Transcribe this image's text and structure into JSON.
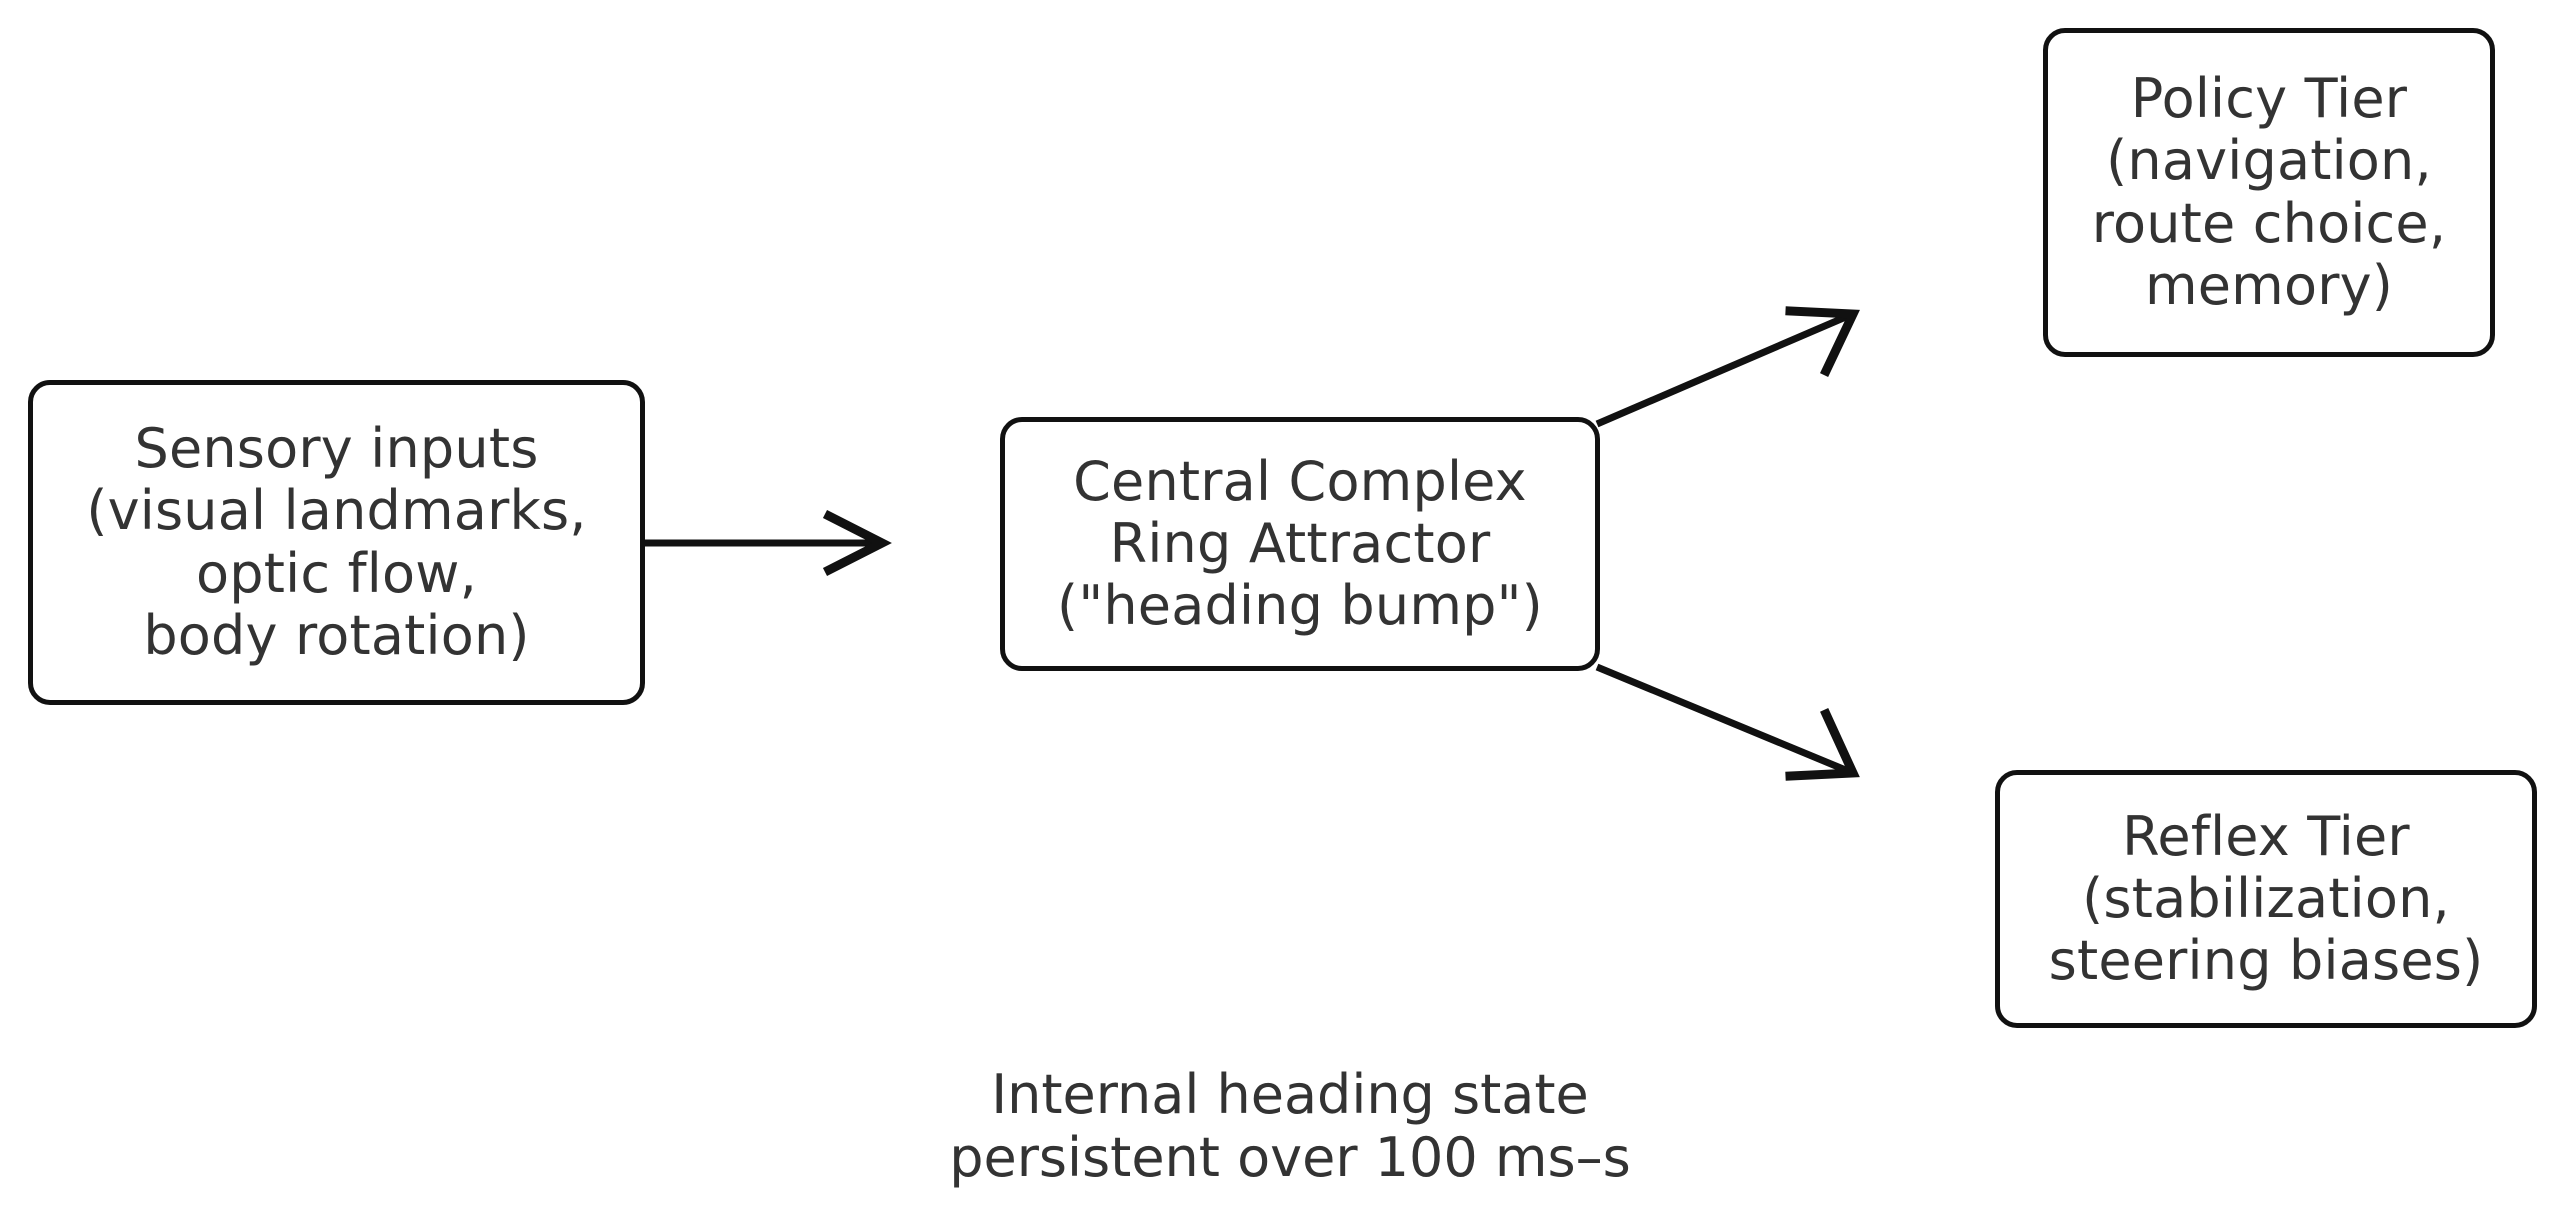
{
  "diagram": {
    "background_color": "#ffffff",
    "text_color": "#333333",
    "stroke_color": "#111111",
    "nodes": {
      "sensory": {
        "name": "Sensory inputs",
        "label": "Sensory inputs\n(visual landmarks,\noptic flow,\nbody rotation)"
      },
      "central_complex": {
        "name": "Central Complex Ring Attractor",
        "label": "Central Complex\nRing Attractor\n(\"heading bump\")"
      },
      "policy_tier": {
        "name": "Policy Tier",
        "label": "Policy Tier\n(navigation,\nroute choice,\nmemory)"
      },
      "reflex_tier": {
        "name": "Reflex Tier",
        "label": "Reflex Tier\n(stabilization,\nsteering biases)"
      }
    },
    "edges": [
      {
        "id": "sensory-to-cx",
        "from": "sensory",
        "to": "central_complex",
        "label": "",
        "style": "solid-arrow"
      },
      {
        "id": "cx-to-policy",
        "from": "central_complex",
        "to": "policy_tier",
        "label": "",
        "style": "solid-arrow"
      },
      {
        "id": "cx-to-reflex",
        "from": "central_complex",
        "to": "reflex_tier",
        "label": "",
        "style": "solid-arrow"
      }
    ],
    "caption": "Internal heading state\npersistent over 100 ms–s"
  }
}
